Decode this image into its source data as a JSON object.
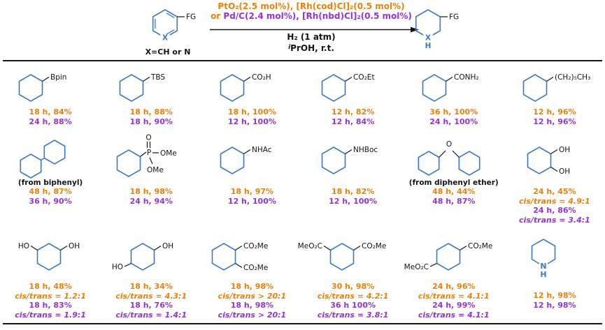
{
  "palette": {
    "orange": "#E8820C",
    "purple": "#9434D8",
    "blue": "#3D79C2",
    "ink": "#141414"
  },
  "scheme": {
    "reactant": {
      "fg": "FG",
      "x": "X",
      "caption": "X=CH or N"
    },
    "conditions": {
      "above1": "PtO₂(2.5 mol%), [Rh(cod)Cl]₂(0.5 mol%)",
      "above2_pre": "or ",
      "above2": "Pd/C(2.4 mol%), [Rh(nbd)Cl]₂(0.5 mol%)",
      "below1": "H₂ (1 atm)",
      "below2_pre": "i",
      "below2": "PrOH, r.t."
    },
    "product": {
      "fg": "FG",
      "x": "X",
      "h": "H"
    }
  },
  "entries": {
    "r1c1": {
      "sub": "Bpin",
      "lines": [
        "18 h, 84%",
        "24 h, 88%"
      ]
    },
    "r1c2": {
      "sub": "TBS",
      "lines": [
        "18 h, 88%",
        "18 h, 90%"
      ]
    },
    "r1c3": {
      "sub": "CO₂H",
      "lines": [
        "18 h, 100%",
        "12 h, 100%"
      ]
    },
    "r1c4": {
      "sub": "CO₂Et",
      "lines": [
        "12 h, 82%",
        "12 h, 84%"
      ]
    },
    "r1c5": {
      "sub": "CONH₂",
      "lines": [
        "36 h, 100%",
        "24 h, 100%"
      ]
    },
    "r1c6": {
      "sub": "(CH₂)₅CH₃",
      "lines": [
        "12 h, 96%",
        "12 h, 96%"
      ]
    },
    "r2c1": {
      "caption": "(from biphenyl)",
      "lines": [
        "48 h, 87%",
        "36 h, 90%"
      ]
    },
    "r2c2": {
      "o": "O",
      "p": "P",
      "ome1": "OMe",
      "ome2": "OMe",
      "lines": [
        "18 h, 98%",
        "24 h, 94%"
      ]
    },
    "r2c3": {
      "sub": "NHAc",
      "lines": [
        "18 h, 97%",
        "12 h, 100%"
      ]
    },
    "r2c4": {
      "sub": "NHBoc",
      "lines": [
        "18 h, 82%",
        "12 h, 100%"
      ]
    },
    "r2c5": {
      "caption": "(from diphenyl ether)",
      "o": "O",
      "lines": [
        "48 h, 44%",
        "48 h, 87%"
      ]
    },
    "r2c6": {
      "s1": "OH",
      "s2": "OH",
      "lines": [
        "24 h, 45%",
        "cis/trans = 4.9:1",
        "24 h, 86%",
        "cis/trans = 3.4:1"
      ]
    },
    "r3c1": {
      "s1": "HO",
      "s2": "OH",
      "lines": [
        "18 h, 48%",
        "cis/trans = 1.2:1",
        "18 h, 83%",
        "cis/trans = 1.9:1"
      ]
    },
    "r3c2": {
      "s1": "OH",
      "s2": "HO",
      "lines": [
        "18 h, 34%",
        "cis/trans = 4.3:1",
        "18 h, 76%",
        "cis/trans = 1.4:1"
      ]
    },
    "r3c3": {
      "s1": "CO₂Me",
      "s2": "CO₂Me",
      "lines": [
        "18 h, 98%",
        "cis/trans > 20:1",
        "18 h, 98%",
        "cis/trans > 20:1"
      ]
    },
    "r3c4": {
      "s1": "MeO₂C",
      "s2": "CO₂Me",
      "lines": [
        "30 h, 98%",
        "cis/trans = 4.2:1",
        "36 h 100%",
        "cis/trans = 3.8:1"
      ]
    },
    "r3c5": {
      "s1": "CO₂Me",
      "s2": "MeO₂C",
      "lines": [
        "24 h, 96%",
        "cis/trans = 4.1:1",
        "24 h, 99%",
        "cis/trans = 4.1:1"
      ]
    },
    "r3c6": {
      "n": "N",
      "h": "H",
      "lines": [
        "12 h, 98%",
        "12 h, 98%"
      ]
    }
  }
}
